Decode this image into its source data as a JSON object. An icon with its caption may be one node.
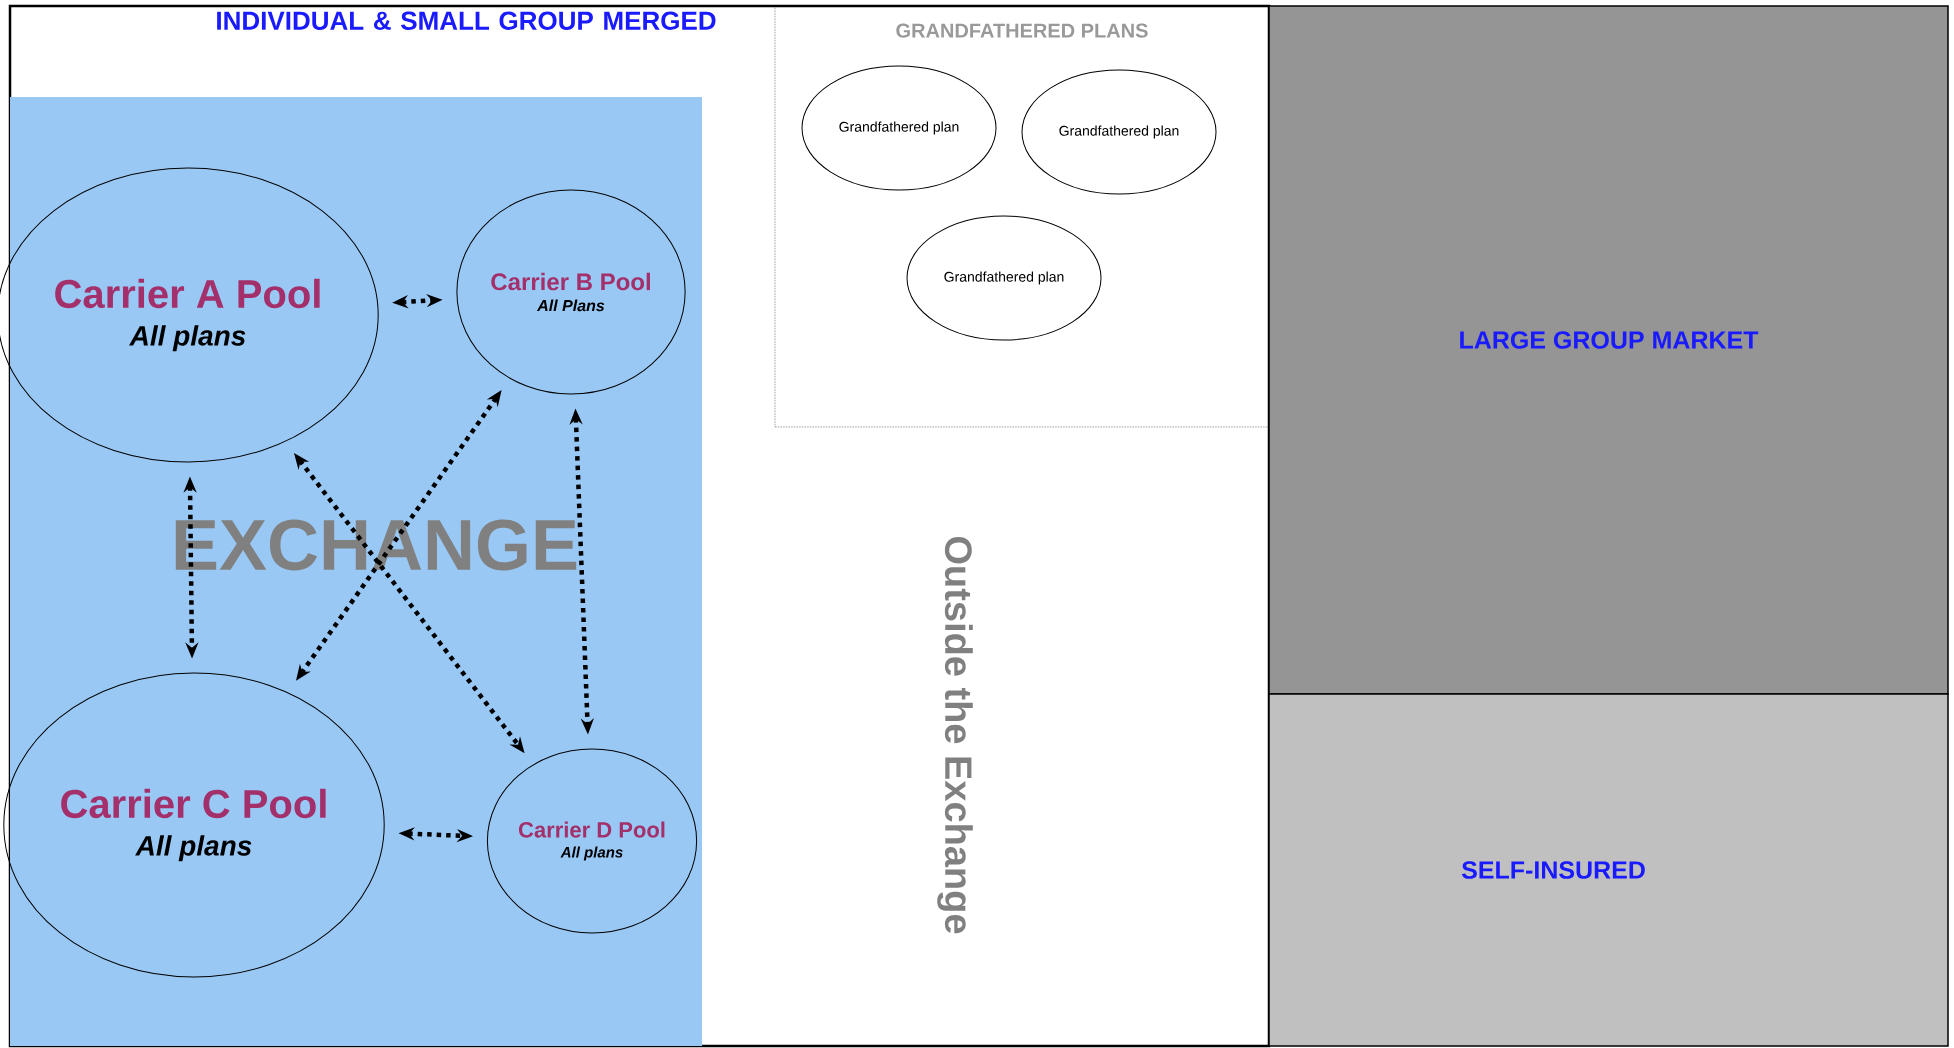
{
  "diagram": {
    "nodes": [
      {
        "text": [
          "INDIVIDUAL & SMALL GROUP MERGED"
        ]
      },
      {
        "text": [
          "EXCHANGE"
        ],
        "in": 0
      },
      {
        "text": [
          "Carrier A Pool",
          "All plans"
        ],
        "in": 1
      },
      {
        "text": [
          "Carrier B Pool",
          "All Plans"
        ],
        "in": 1
      },
      {
        "text": [
          "Carrier C Pool",
          "All plans"
        ],
        "in": 1
      },
      {
        "text": [
          "Carrier D Pool",
          "All plans"
        ],
        "in": 1
      },
      {
        "text": [
          "GRANDFATHERED PLANS"
        ],
        "in": 0
      },
      {
        "text": [
          "Grandfathered plan"
        ],
        "in": 6
      },
      {
        "text": [
          "Grandfathered plan"
        ],
        "in": 6
      },
      {
        "text": [
          "Grandfathered plan"
        ],
        "in": 6
      },
      {
        "text": [
          "LARGE GROUP MARKET"
        ]
      },
      {
        "text": [
          "SELF-INSURED"
        ]
      }
    ],
    "edges": [
      {
        "from": 2,
        "to": 3,
        "arrow": "both"
      },
      {
        "from": 2,
        "to": 4,
        "arrow": "both"
      },
      {
        "from": 2,
        "to": 5,
        "arrow": "both"
      },
      {
        "from": 3,
        "to": 4,
        "arrow": "both"
      },
      {
        "from": 3,
        "to": 5,
        "arrow": "both"
      },
      {
        "from": 4,
        "to": 5,
        "arrow": "both"
      }
    ],
    "labels": [
      "Outside the Exchange"
    ]
  }
}
